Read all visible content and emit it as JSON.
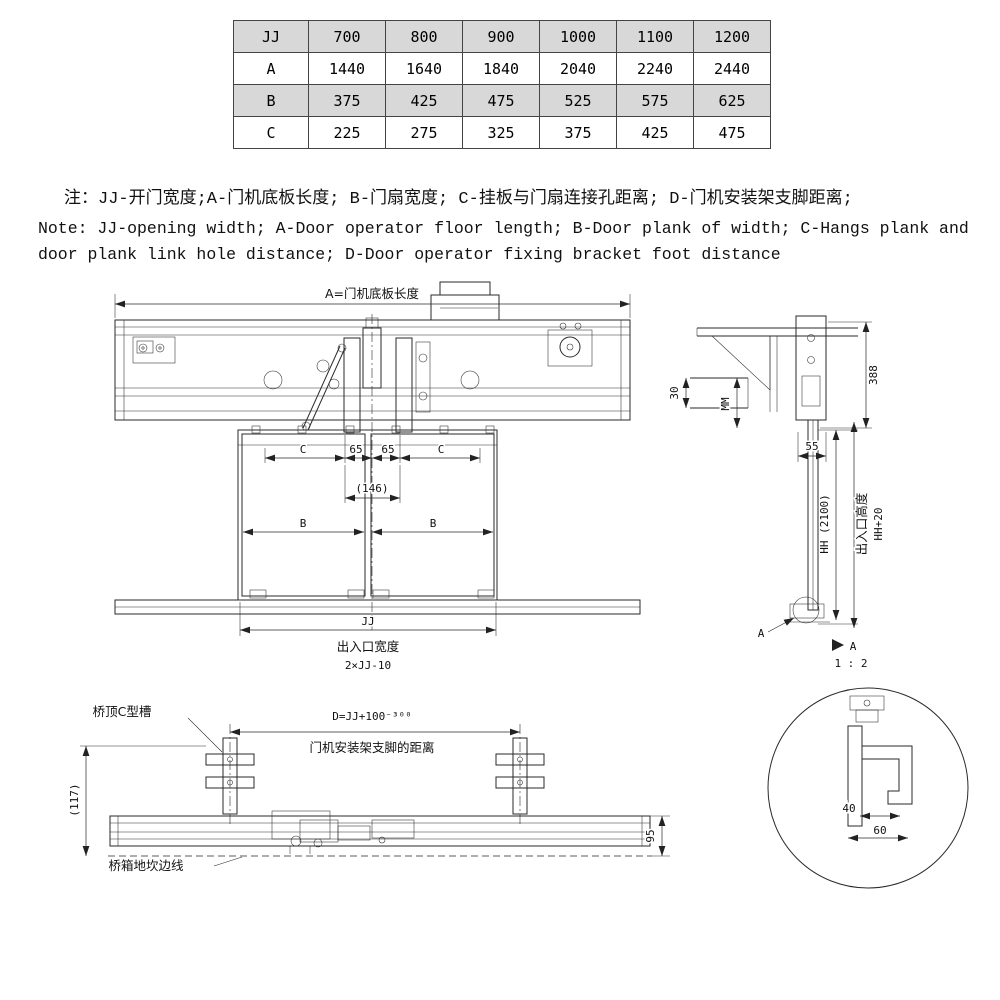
{
  "colors": {
    "line": "#2a2a2a",
    "table_stripe": "#d8d8d8"
  },
  "table": {
    "rows": [
      {
        "label": "JJ",
        "values": [
          "700",
          "800",
          "900",
          "1000",
          "1100",
          "1200"
        ]
      },
      {
        "label": "A",
        "values": [
          "1440",
          "1640",
          "1840",
          "2040",
          "2240",
          "2440"
        ]
      },
      {
        "label": "B",
        "values": [
          "375",
          "425",
          "475",
          "525",
          "575",
          "625"
        ]
      },
      {
        "label": "C",
        "values": [
          "225",
          "275",
          "325",
          "375",
          "425",
          "475"
        ]
      }
    ]
  },
  "notes": {
    "cn": "注：JJ-开门宽度;A-门机底板长度; B-门扇宽度; C-挂板与门扇连接孔距离; D-门机安装架支脚距离;",
    "en": "Note: JJ-opening width; A-Door operator floor length; B-Door plank of width; C-Hangs plank and door plank link hole distance; D-Door operator fixing bracket foot distance"
  },
  "front_view": {
    "dim_a_label": "A=门机底板长度",
    "dim_c_left": "C",
    "dim_65_left": "65",
    "dim_65_right": "65",
    "dim_c_right": "C",
    "dim_146": "(146)",
    "dim_b_left": "B",
    "dim_b_right": "B",
    "dim_jj": "JJ",
    "entrance_width_label": "出入口宽度",
    "dim_2xjj": "2×JJ-10"
  },
  "side_view": {
    "dim_30": "30",
    "dim_mm": "MM",
    "dim_388": "388",
    "dim_55": "55",
    "dim_hh": "HH (2100)",
    "entrance_height_label": "出入口高度",
    "dim_hh_plus_20": "HH+20",
    "detail_mark": "A",
    "section_label": "A",
    "section_scale": "1 : 2"
  },
  "bottom_view": {
    "c_channel_label": "桥顶C型槽",
    "dim_d": "D=JJ+100⁻³⁰⁰",
    "bracket_distance_label": "门机安装架支脚的距离",
    "dim_117": "(117)",
    "dim_95": "95",
    "sill_edge_label": "桥箱地坎边线"
  },
  "detail_view": {
    "dim_40": "40",
    "dim_60": "60"
  }
}
